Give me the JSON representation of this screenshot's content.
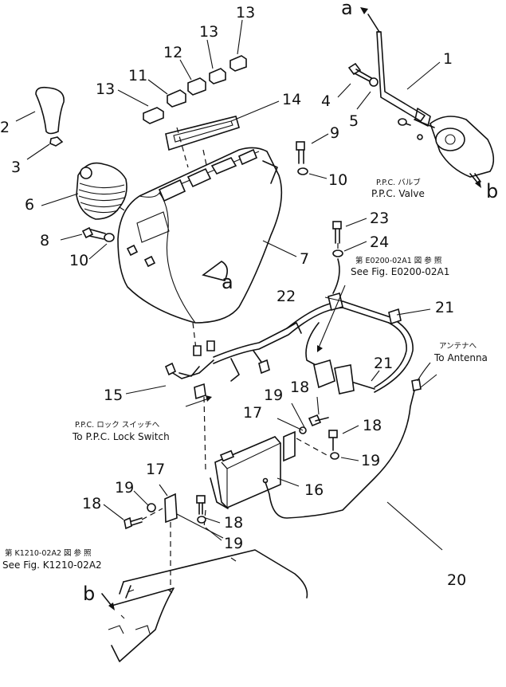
{
  "diagram": {
    "callouts": {
      "c1": "1",
      "c2": "2",
      "c3": "3",
      "c4": "4",
      "c5": "5",
      "c6": "6",
      "c7": "7",
      "c8": "8",
      "c9": "9",
      "c10a": "10",
      "c10b": "10",
      "c11": "11",
      "c12": "12",
      "c13a": "13",
      "c13b": "13",
      "c13c": "13",
      "c14": "14",
      "c15": "15",
      "c16": "16",
      "c17a": "17",
      "c17b": "17",
      "c18a": "18",
      "c18b": "18",
      "c18c": "18",
      "c18d": "18",
      "c19a": "19",
      "c19b": "19",
      "c19c": "19",
      "c19d": "19",
      "c20": "20",
      "c21a": "21",
      "c21b": "21",
      "c22": "22",
      "c23": "23",
      "c24": "24"
    },
    "refs": {
      "a_top": "a",
      "a_body": "a",
      "b_valve": "b",
      "b_floor": "b"
    },
    "captions": {
      "ppc_valve_jp": "P.P.C. バルブ",
      "ppc_valve_en": "P.P.C. Valve",
      "e0200_jp": "第 E0200-02A1 図 参 照",
      "e0200_en": "See Fig. E0200-02A1",
      "antenna_jp": "アンテナへ",
      "antenna_en": "To Antenna",
      "lock_jp": "P.P.C. ロック スイッチへ",
      "lock_en": "To P.P.C. Lock Switch",
      "k1210_jp": "第 K1210-02A2 図 参 照",
      "k1210_en": "See Fig. K1210-02A2"
    }
  }
}
